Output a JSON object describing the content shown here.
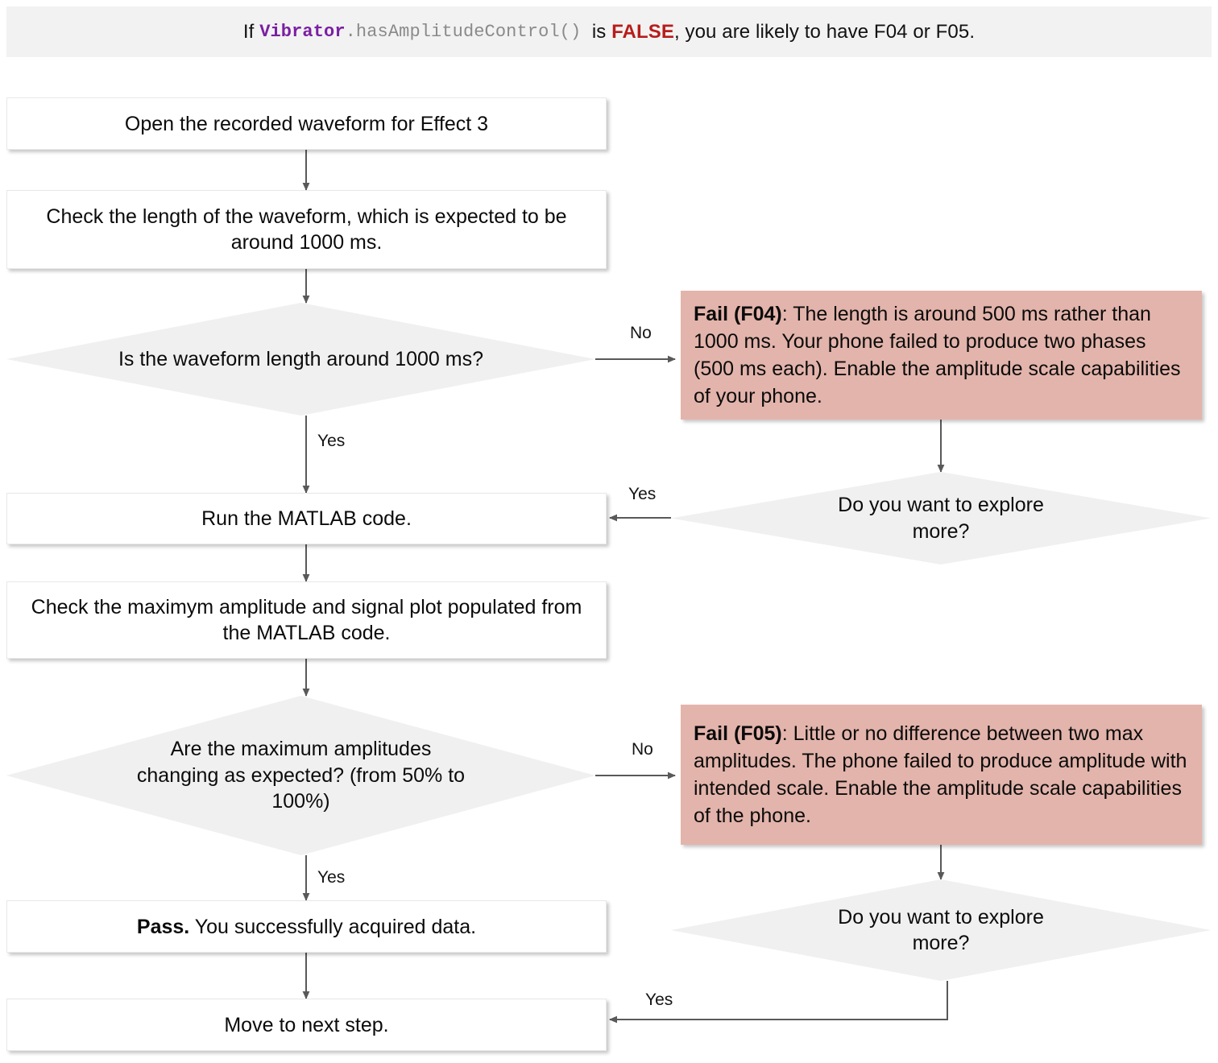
{
  "banner": {
    "prefix": "If ",
    "class_name": "Vibrator",
    "method": ".hasAmplitudeControl()",
    "mid": "  is ",
    "false_word": "FALSE",
    "suffix": ", you are likely to have F04 or F05.",
    "background": "#f2f2f2",
    "class_color": "#7b1fa2",
    "method_color": "#8a8a8a",
    "false_color": "#b71c1c"
  },
  "colors": {
    "process_fill": "#ffffff",
    "process_border": "#e8e8e8",
    "decision_fill": "#f0f0f0",
    "fail_fill": "#e3b4ab",
    "connector": "#595959",
    "text": "#0b0b0b"
  },
  "nodes": {
    "open_waveform": "Open the recorded waveform for Effect 3",
    "check_length": "Check the length of the waveform, which is expected to be around 1000 ms.",
    "decision_length": "Is the waveform length around 1000 ms?",
    "run_matlab": "Run the MATLAB code.",
    "check_amplitude": "Check the maximym amplitude and signal plot populated from the MATLAB code.",
    "decision_amplitude": "Are the maximum amplitudes changing as expected? (from 50% to 100%)",
    "pass_bold": "Pass.",
    "pass_rest": " You successfully acquired data.",
    "move_next": "Move to next step.",
    "explore_more_top": "Do you want to explore more?",
    "explore_more_bottom": "Do you want to explore more?",
    "fail_f04_bold": "Fail (F04)",
    "fail_f04_rest": ": The length is around 500 ms rather than 1000 ms. Your phone failed to produce two phases (500 ms each). Enable the amplitude scale capabilities of your phone.",
    "fail_f05_bold": "Fail (F05)",
    "fail_f05_rest": ": Little or no difference between two max amplitudes. The phone failed to produce amplitude with intended scale. Enable the amplitude scale capabilities of the phone."
  },
  "edge_labels": {
    "no_f04": "No",
    "yes_length": "Yes",
    "yes_explore_top": "Yes",
    "no_f05": "No",
    "yes_amplitude": "Yes",
    "yes_explore_bottom": "Yes"
  }
}
